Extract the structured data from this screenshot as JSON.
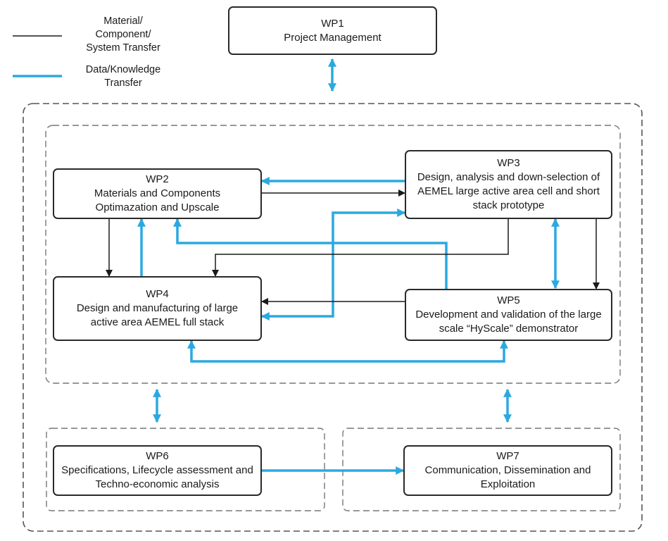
{
  "colors": {
    "material_line": "#1a1a1a",
    "knowledge_line": "#2aa9e0",
    "box_border": "#2a2a2a",
    "dashed_border": "#555555"
  },
  "legend": {
    "material_transfer": [
      "Material/",
      "Component/",
      "System Transfer"
    ],
    "knowledge_transfer": [
      "Data/Knowledge",
      "Transfer"
    ]
  },
  "work_packages": {
    "wp1": {
      "id": "WP1",
      "title": [
        "Project Management"
      ]
    },
    "wp2": {
      "id": "WP2",
      "title": [
        "Materials and Components",
        "Optimazation and Upscale"
      ]
    },
    "wp3": {
      "id": "WP3",
      "title": [
        "Design, analysis and down-selection of",
        "AEMEL large active area cell and short",
        "stack prototype"
      ]
    },
    "wp4": {
      "id": "WP4",
      "title": [
        "Design and manufacturing of large",
        "active area AEMEL full stack"
      ]
    },
    "wp5": {
      "id": "WP5",
      "title": [
        "Development and validation of the large",
        "scale “HyScale” demonstrator"
      ]
    },
    "wp6": {
      "id": "WP6",
      "title": [
        "Specifications, Lifecycle assessment and",
        "Techno-economic analysis"
      ]
    },
    "wp7": {
      "id": "WP7",
      "title": [
        "Communication, Dissemination and",
        "Exploitation"
      ]
    }
  }
}
